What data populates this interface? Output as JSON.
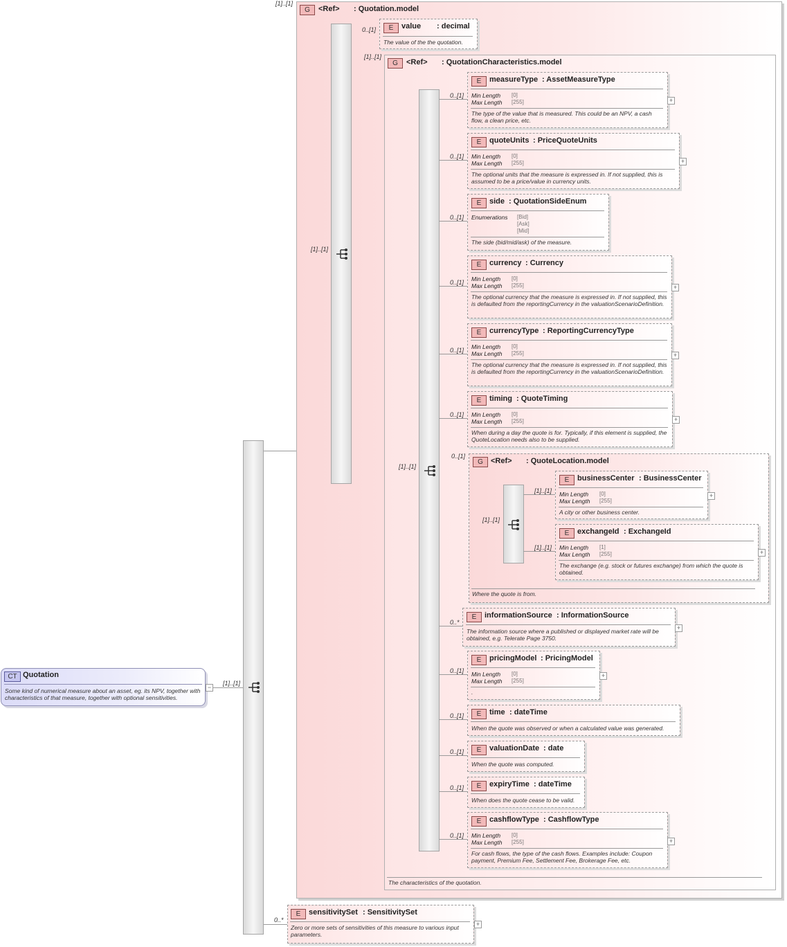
{
  "root": {
    "badge": "CT",
    "name": "Quotation",
    "description": "Some kind of numerical measure about an asset, eg. its NPV, together with characteristics of that measure, together with optional sensitivities.",
    "expand": "−",
    "card": "[1]..[1]"
  },
  "quotation_model": {
    "card": "[1]..[1]",
    "badge": "G",
    "ref": "<Ref>",
    "name": ": Quotation.model",
    "seq_card": "[1]..[1]"
  },
  "value": {
    "card": "0..[1]",
    "badge": "E",
    "name": "value",
    "type": ": decimal",
    "description": "The value of the the quotation."
  },
  "characteristics_model": {
    "card": "[1]..[1]",
    "badge": "G",
    "ref": "<Ref>",
    "name": ": QuotationCharacteristics.model",
    "seq_card": "[1]..[1]",
    "description": "The characteristics of the quotation."
  },
  "labels": {
    "min_length": "Min Length",
    "max_length": "Max Length",
    "enumerations": "Enumerations",
    "plus": "+"
  },
  "elements": [
    {
      "card": "0..[1]",
      "badge": "E",
      "name": "measureType",
      "type": ": AssetMeasureType",
      "min": "[0]",
      "max": "[255]",
      "description": "The type of the value that is measured. This could be an NPV, a cash flow, a clean price, etc."
    },
    {
      "card": "0..[1]",
      "badge": "E",
      "name": "quoteUnits",
      "type": ": PriceQuoteUnits",
      "min": "[0]",
      "max": "[255]",
      "description": "The optional units that the measure is expressed in. If not supplied, this is assumed to be a price/value in currency units."
    },
    {
      "card": "0..[1]",
      "badge": "E",
      "name": "side",
      "type": ": QuotationSideEnum",
      "enums": [
        "[Bid]",
        "[Ask]",
        "[Mid]"
      ],
      "description": "The side (bid/mid/ask) of the measure."
    },
    {
      "card": "0..[1]",
      "badge": "E",
      "name": "currency",
      "type": ": Currency",
      "min": "[0]",
      "max": "[255]",
      "description": "The optional currency that the measure is expressed in. If not supplied, this is defaulted from the reportingCurrency in the valuationScenarioDefinition."
    },
    {
      "card": "0..[1]",
      "badge": "E",
      "name": "currencyType",
      "type": ": ReportingCurrencyType",
      "min": "[0]",
      "max": "[255]",
      "description": "The optional currency that the measure is expressed in. If not supplied, this is defaulted from the reportingCurrency in the valuationScenarioDefinition."
    },
    {
      "card": "0..[1]",
      "badge": "E",
      "name": "timing",
      "type": ": QuoteTiming",
      "min": "[0]",
      "max": "[255]",
      "description": "When during a day the quote is for. Typically, if this element is supplied, the QuoteLocation needs also to be supplied."
    },
    {
      "card": "0..*",
      "badge": "E",
      "name": "informationSource",
      "type": ": InformationSource",
      "description": "The information source where a published or displayed market rate will be obtained, e.g. Telerate Page 3750."
    },
    {
      "card": "0..[1]",
      "badge": "E",
      "name": "pricingModel",
      "type": ": PricingModel",
      "min": "[0]",
      "max": "[255]",
      "description": "."
    },
    {
      "card": "0..[1]",
      "badge": "E",
      "name": "time",
      "type": ": dateTime",
      "description": "When the quote was observed or when a calculated value was generated."
    },
    {
      "card": "0..[1]",
      "badge": "E",
      "name": "valuationDate",
      "type": ": date",
      "description": "When the quote was computed."
    },
    {
      "card": "0..[1]",
      "badge": "E",
      "name": "expiryTime",
      "type": ": dateTime",
      "description": "When does the quote cease to be valid."
    },
    {
      "card": "0..[1]",
      "badge": "E",
      "name": "cashflowType",
      "type": ": CashflowType",
      "min": "[0]",
      "max": "[255]",
      "description": "For cash flows, the type of the cash flows. Examples include: Coupon payment, Premium Fee, Settlement Fee, Brokerage Fee, etc."
    }
  ],
  "location_model": {
    "card": "0..[1]",
    "badge": "G",
    "ref": "<Ref>",
    "name": ": QuoteLocation.model",
    "seq_card": "[1]..[1]",
    "description": "Where the quote is from.",
    "children": [
      {
        "card": "[1]..[1]",
        "badge": "E",
        "name": "businessCenter",
        "type": ": BusinessCenter",
        "min": "[0]",
        "max": "[255]",
        "description": "A city or other business center."
      },
      {
        "card": "[1]..[1]",
        "badge": "E",
        "name": "exchangeId",
        "type": ": ExchangeId",
        "min": "[1]",
        "max": "[255]",
        "description": "The exchange (e.g. stock or futures exchange) from which the quote is obtained."
      }
    ]
  },
  "sensitivity_set": {
    "card": "0..*",
    "badge": "E",
    "name": "sensitivitySet",
    "type": ": SensitivitySet",
    "description": "Zero or more sets of sensitivities of this measure to various input parameters."
  }
}
